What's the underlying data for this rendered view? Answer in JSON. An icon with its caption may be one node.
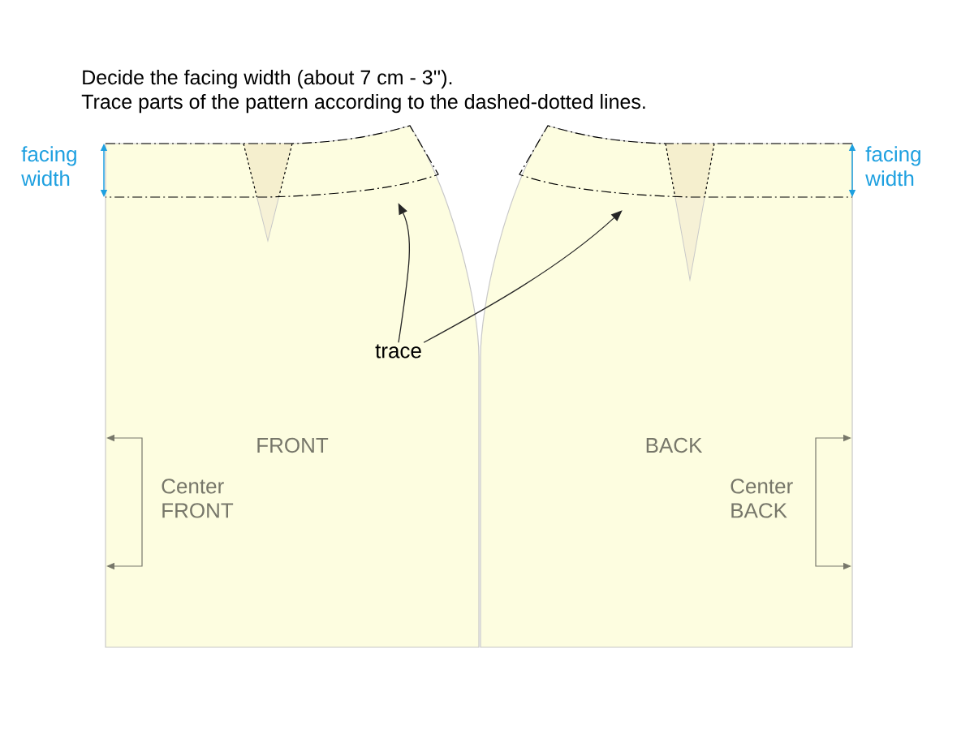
{
  "diagram": {
    "nodes": [
      {
        "text": [
          "FRONT"
        ]
      },
      {
        "text": [],
        "shape": "box",
        "in": 0
      },
      {
        "text": [
          "BACK"
        ]
      },
      {
        "text": [],
        "shape": "box",
        "in": 2
      },
      {
        "text": [
          "trace"
        ],
        "in": 0
      }
    ],
    "edges": [
      {
        "from": 4,
        "to": 1,
        "arrow": "to"
      },
      {
        "from": 4,
        "to": 3,
        "arrow": "to"
      }
    ],
    "labels": [
      "Decide the facing width (about 7 cm - 3'').",
      "Trace parts of the pattern according to the dashed-dotted lines.",
      "facing width",
      "facing width",
      "Center FRONT",
      "Center BACK"
    ]
  }
}
